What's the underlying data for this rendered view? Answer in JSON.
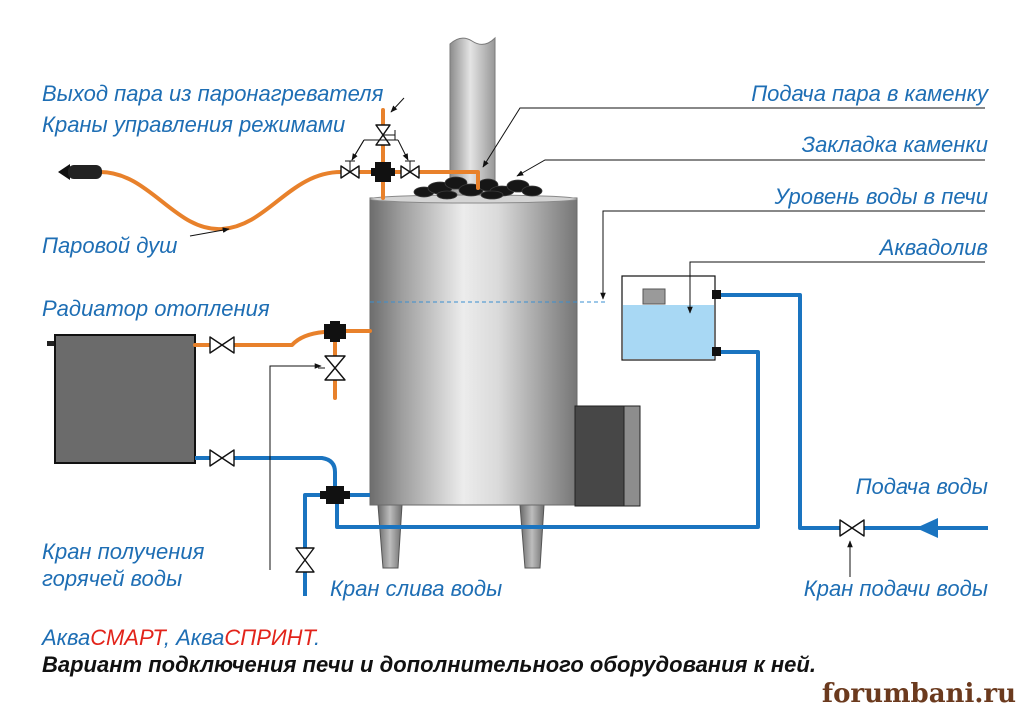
{
  "labels": {
    "steam_outlet": "Выход пара из паронагревателя",
    "mode_valves": "Краны управления режимами",
    "steam_shower": "Паровой душ",
    "radiator": "Радиатор отопления",
    "hot_water_tap_line1": "Кран получения",
    "hot_water_tap_line2": "горячей воды",
    "drain_tap": "Кран слива воды",
    "steam_to_heater": "Подача пара в каменку",
    "stone_load": "Закладка каменки",
    "water_level": "Уровень воды в печи",
    "aquadoliv": "Аквадолив",
    "water_supply": "Подача воды",
    "water_supply_tap": "Кран подачи воды"
  },
  "caption": {
    "model1_prefix": "Аква",
    "model1_name": "СМАРТ",
    "separator": ", ",
    "model2_prefix": "Аква",
    "model2_name": "СПРИНТ",
    "end": ".",
    "subtitle": "Вариант подключения печи и дополнительного оборудования к ней."
  },
  "watermark": "forumbani.ru",
  "colors": {
    "label_text": "#1e6eb4",
    "accent_red": "#e2231a",
    "hot_pipe": "#e8812b",
    "cold_pipe": "#1a74c0",
    "tank_water": "#a8d8f4"
  }
}
